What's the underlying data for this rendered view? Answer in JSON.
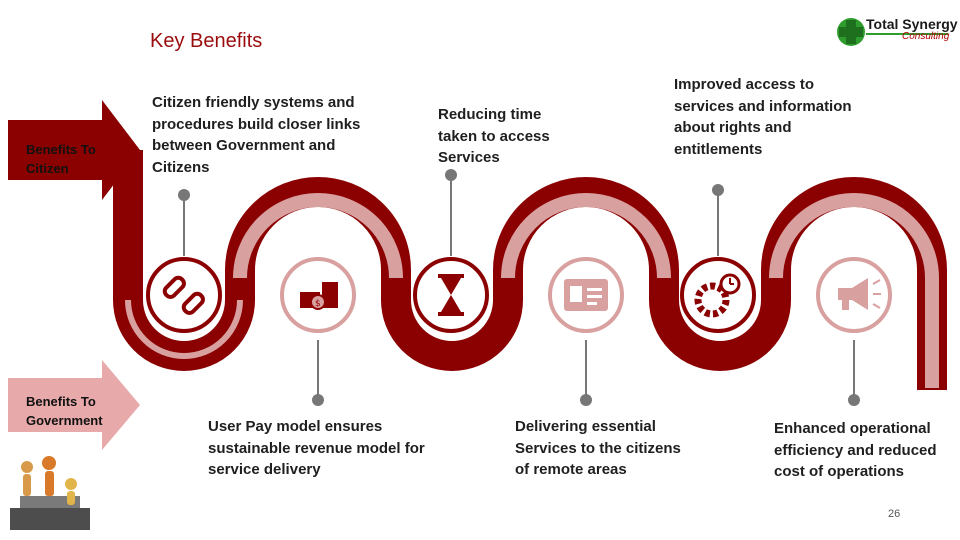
{
  "slide": {
    "title": "Key Benefits",
    "page_number": "26",
    "accent_color": "#8b0000",
    "light_accent_color": "#d9a0a0"
  },
  "logo": {
    "name": "Total Synergy",
    "sub": "Consulting"
  },
  "sides": {
    "citizen": "Benefits To Citizen",
    "government": "Benefits To Government"
  },
  "benefits": {
    "b1": "Citizen friendly systems and procedures build closer links between Government and Citizens",
    "b2": "User Pay model ensures sustainable revenue model for service delivery",
    "b3": "Reducing time taken to access Services",
    "b4": "Delivering essential Services to the citizens of remote areas",
    "b5": "Improved access to services and information about rights and entitlements",
    "b6": "Enhanced operational efficiency and reduced cost of operations"
  },
  "icons": [
    "link-icon",
    "coins-icon",
    "hourglass-icon",
    "id-card-icon",
    "gear-clock-icon",
    "megaphone-icon"
  ]
}
